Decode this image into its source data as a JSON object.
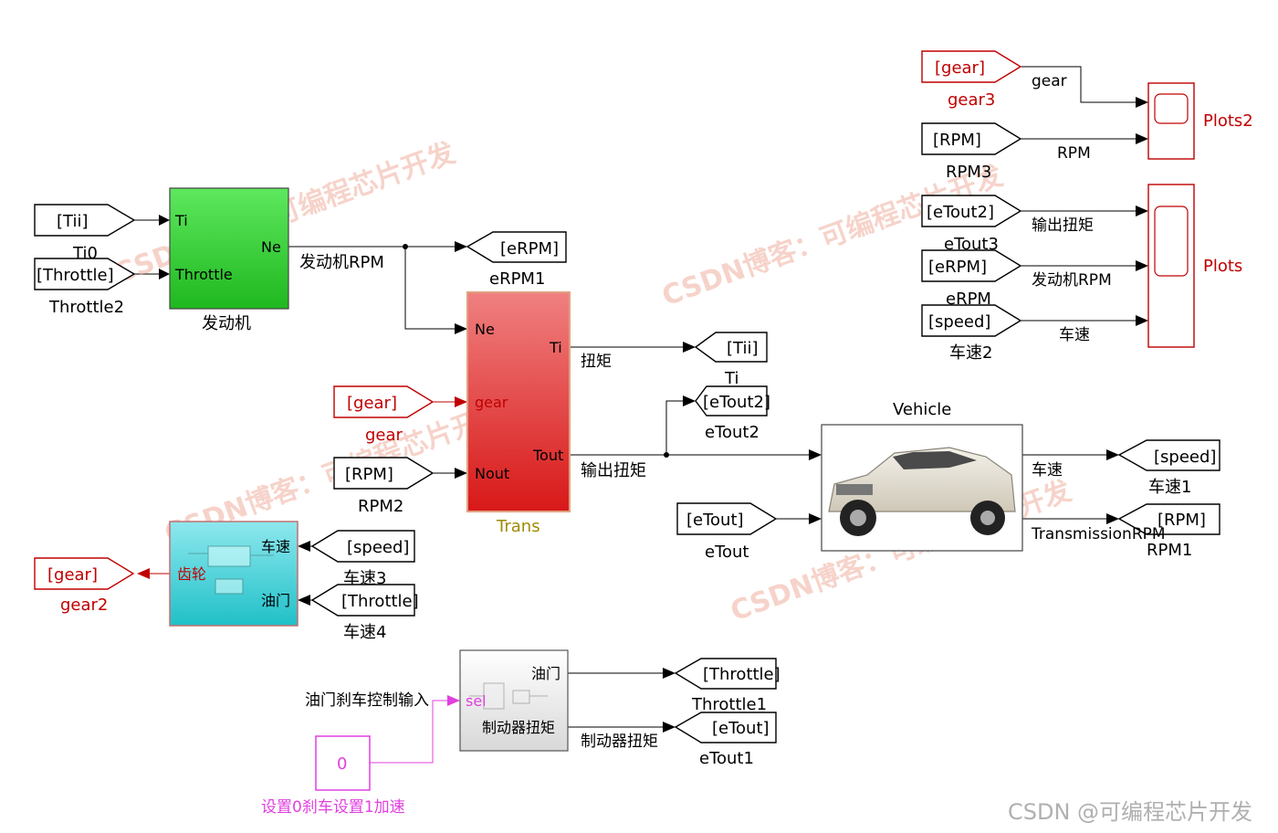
{
  "colors": {
    "accent_red": "#c00000",
    "engine_green": "#33cc33",
    "trans_red": "#e03030",
    "driver_cyan": "#33c8d0",
    "magenta": "#e040e0",
    "olive": "#a08a00"
  },
  "tags": {
    "gear3": {
      "text": "[gear]",
      "label": "gear3"
    },
    "rpm3": {
      "text": "[RPM]",
      "label": "RPM3"
    },
    "etout3": {
      "text": "[eTout2]",
      "label": "eTout3"
    },
    "erpm_src": {
      "text": "[eRPM]",
      "label": "eRPM"
    },
    "speed2": {
      "text": "[speed]",
      "label": "车速2"
    },
    "tii_from": {
      "text": "[Tii]",
      "label": "Ti0"
    },
    "throttle2": {
      "text": "[Throttle]",
      "label": "Throttle2"
    },
    "erpm1": {
      "text": "[eRPM]",
      "label": "eRPM1"
    },
    "tii_goto": {
      "text": "[Tii]",
      "label": "Ti"
    },
    "etout2": {
      "text": "[eTout2]",
      "label": "eTout2"
    },
    "gear_from": {
      "text": "[gear]",
      "label": "gear"
    },
    "rpm2": {
      "text": "[RPM]",
      "label": "RPM2"
    },
    "speed1": {
      "text": "[speed]",
      "label": "车速1"
    },
    "rpm1": {
      "text": "[RPM]",
      "label": "RPM1"
    },
    "etout": {
      "text": "[eTout]",
      "label": "eTout"
    },
    "gear2": {
      "text": "[gear]",
      "label": "gear2"
    },
    "speed3": {
      "text": "[speed]",
      "label": "车速3"
    },
    "throttle4": {
      "text": "[Throttle]",
      "label": "车速4"
    },
    "throttle1": {
      "text": "[Throttle]",
      "label": "Throttle1"
    },
    "etout1": {
      "text": "[eTout]",
      "label": "eTout1"
    }
  },
  "blocks": {
    "engine": {
      "label": "发动机",
      "port_ti": "Ti",
      "port_throttle": "Throttle",
      "port_ne": "Ne"
    },
    "trans": {
      "label": "Trans",
      "port_ne": "Ne",
      "port_gear": "gear",
      "port_nout": "Nout",
      "port_ti": "Ti",
      "port_tout": "Tout"
    },
    "vehicle": {
      "label": "Vehicle"
    },
    "driver": {
      "port_gear": "齿轮",
      "port_speed": "车速",
      "port_throttle": "油门"
    },
    "brake_ctrl": {
      "port_sel": "sel",
      "port_throttle": "油门",
      "port_brake": "制动器扭矩",
      "input_label": "油门刹车控制输入"
    },
    "constant": {
      "value": "0",
      "label": "设置0刹车设置1加速"
    },
    "plots2": {
      "label": "Plots2"
    },
    "plots": {
      "label": "Plots"
    }
  },
  "signals": {
    "gear": "gear",
    "rpm": "RPM",
    "out_torque": "输出扭矩",
    "engine_rpm": "发动机RPM",
    "speed": "车速",
    "engine_rpm_main": "发动机RPM",
    "torque": "扭矩",
    "out_torque_main": "输出扭矩",
    "speed_vehicle": "车速",
    "trans_rpm": "TransmissionRPM",
    "brake_torque": "制动器扭矩"
  },
  "watermarks": [
    "CSDN博客：可编程芯片开发",
    "CSDN博客：可编程芯片开发",
    "CSDN博客：可编程芯片开发",
    "CSDN博客：可编程芯片开发"
  ],
  "footer": "CSDN @可编程芯片开发"
}
